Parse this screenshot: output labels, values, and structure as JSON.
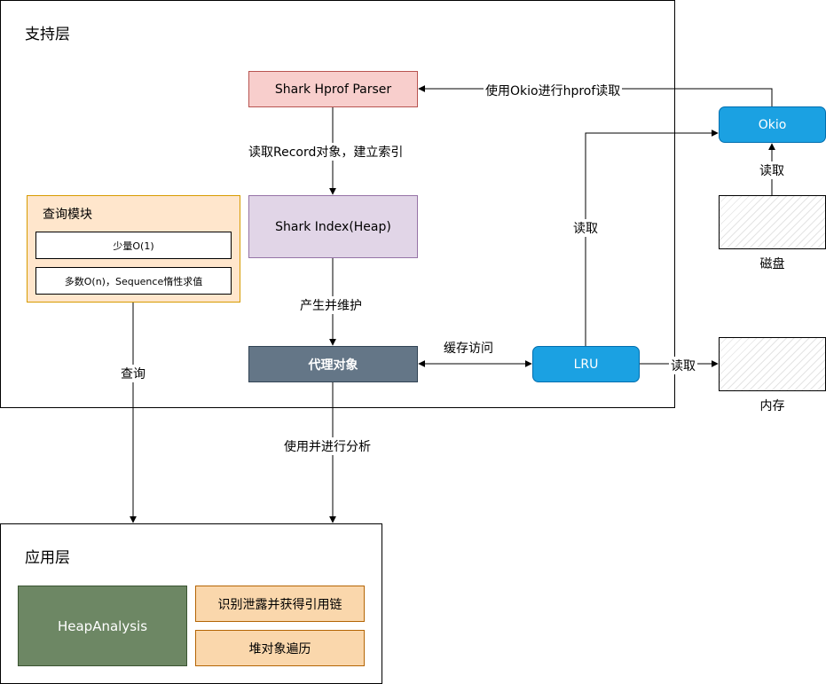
{
  "support_layer": {
    "title": "支持层"
  },
  "app_layer": {
    "title": "应用层"
  },
  "query_module": {
    "title": "查询模块",
    "items": [
      "少量O(1)",
      "多数O(n)，Sequence惰性求值"
    ]
  },
  "nodes": {
    "parser": "Shark Hprof Parser",
    "index": "Shark Index(Heap)",
    "proxy": "代理对象",
    "lru": "LRU",
    "okio": "Okio",
    "disk": "磁盘",
    "memory": "内存",
    "heap_analysis": "HeapAnalysis",
    "leak_trace": "识别泄露并获得引用链",
    "heap_traversal": "堆对象遍历"
  },
  "edge_labels": {
    "okio_to_parser": "使用Okio进行hprof读取",
    "parser_to_index": "读取Record对象，建立索引",
    "index_to_proxy": "产生并维护",
    "proxy_lru": "缓存访问",
    "lru_to_okio": "读取",
    "disk_to_okio": "读取",
    "lru_to_memory": "读取",
    "query_to_app": "查询",
    "proxy_to_app": "使用并进行分析"
  },
  "colors": {
    "parser_fill": "#f8cecc",
    "parser_stroke": "#b85450",
    "index_fill": "#e1d5e7",
    "index_stroke": "#9673a6",
    "proxy_fill": "#647687",
    "proxy_stroke": "#314354",
    "blue_fill": "#1ba1e2",
    "blue_stroke": "#006eaf",
    "orange_fill": "#ffe6cc",
    "orange_stroke": "#d79b00",
    "peach_fill": "#fad7ac",
    "peach_stroke": "#b46504",
    "green_fill": "#6d8764",
    "green_stroke": "#3a5431"
  },
  "icons": {
    "arrowhead": "arrowhead-icon"
  }
}
